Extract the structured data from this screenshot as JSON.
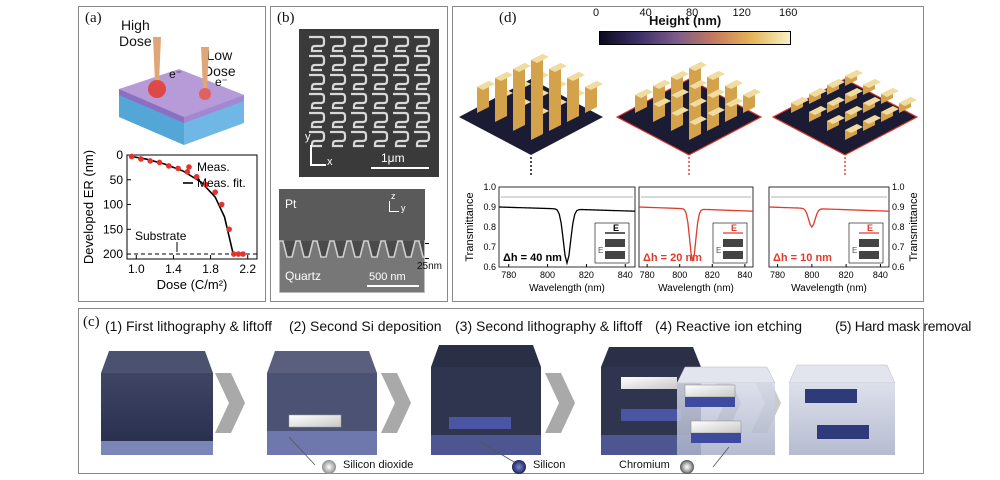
{
  "panel_a": {
    "label": "(a)",
    "high_dose": [
      "High",
      "Dose"
    ],
    "low_dose": [
      "Low",
      "Dose"
    ],
    "electron": "e⁻",
    "chart_data": {
      "type": "scatter",
      "xlabel": "Dose (C/m²)",
      "ylabel": "Developed ER (nm)",
      "xlim": [
        0.9,
        2.3
      ],
      "ylim": [
        0,
        210
      ],
      "y_inverted": true,
      "xticks": [
        "1.0",
        "1.4",
        "1.8",
        "2.2"
      ],
      "yticks": [
        "0",
        "50",
        "100",
        "150",
        "200"
      ],
      "legend_position": "top-right",
      "legend": {
        "meas": "Meas.",
        "fit": "Meas. fit."
      },
      "substrate_label": "Substrate",
      "substrate_level": 200,
      "series": [
        {
          "name": "Meas.",
          "x": [
            0.95,
            1.05,
            1.15,
            1.25,
            1.35,
            1.45,
            1.55,
            1.65,
            1.75,
            1.85,
            1.92,
            2.0,
            2.05,
            2.1,
            2.15
          ],
          "y": [
            3,
            8,
            12,
            15,
            22,
            27,
            34,
            44,
            60,
            75,
            100,
            150,
            200,
            200,
            200
          ]
        },
        {
          "name": "Meas. fit.",
          "x": [
            0.95,
            1.1,
            1.3,
            1.5,
            1.7,
            1.85,
            1.95,
            2.0,
            2.05
          ],
          "y": [
            3,
            8,
            18,
            32,
            55,
            85,
            125,
            165,
            205
          ]
        }
      ]
    }
  },
  "panel_b": {
    "label": "(b)",
    "axis_y": "y",
    "axis_x": "x",
    "axis_z": "z",
    "scale_top": "1μm",
    "pt_label": "Pt",
    "quartz_label": "Quartz",
    "scale_bottom": "500 nm",
    "depth_label": "25nm"
  },
  "panel_d": {
    "label": "(d)",
    "colorbar_title": "Height (nm)",
    "colorbar_ticks": [
      "0",
      "40",
      "80",
      "120",
      "160"
    ],
    "colorbar_range": [
      0,
      160
    ],
    "chart_data": [
      {
        "type": "line",
        "xlabel": "Wavelength (nm)",
        "ylabel": "Transmittance",
        "xticks": [
          "780",
          "800",
          "820",
          "840"
        ],
        "yticks": [
          "1.0",
          "0.9",
          "0.8",
          "0.7",
          "0.6"
        ],
        "xlim": [
          775,
          845
        ],
        "ylim": [
          0.6,
          1.0
        ],
        "annotation": "Δh = 40 nm",
        "field_label": "E",
        "dip_center": 810,
        "dip_min": 0.62,
        "color": "#000000"
      },
      {
        "type": "line",
        "xlabel": "Wavelength (nm)",
        "xticks": [
          "780",
          "800",
          "820",
          "840"
        ],
        "xlim": [
          775,
          845
        ],
        "ylim": [
          0.6,
          1.0
        ],
        "annotation": "Δh = 20 nm",
        "field_label": "E",
        "dip_center": 808,
        "dip_min": 0.63,
        "color": "#e03a2a"
      },
      {
        "type": "line",
        "xlabel": "Wavelength (nm)",
        "ylabel": "Transmittance",
        "xticks": [
          "780",
          "800",
          "820",
          "840"
        ],
        "yticks": [
          "1.0",
          "0.9",
          "0.8",
          "0.7",
          "0.6"
        ],
        "xlim": [
          775,
          845
        ],
        "ylim": [
          0.6,
          1.0
        ],
        "annotation": "Δh = 10 nm",
        "field_label": "E",
        "dip_center": 800,
        "dip_min": 0.8,
        "color": "#e03a2a"
      }
    ]
  },
  "panel_c": {
    "label": "(c)",
    "steps": [
      "(1) First lithography & liftoff",
      "(2) Second Si deposition",
      "(3) Second lithography & liftoff",
      "(4) Reactive ion etching",
      "(5) Hard mask removal"
    ],
    "legend": [
      "Silicon dioxide",
      "Silicon",
      "Chromium"
    ]
  },
  "colors": {
    "red": "#e03a2a",
    "silicon": "#2f3a7a",
    "dark_block": "#2b3350",
    "chevron": "#a9a9a9"
  }
}
